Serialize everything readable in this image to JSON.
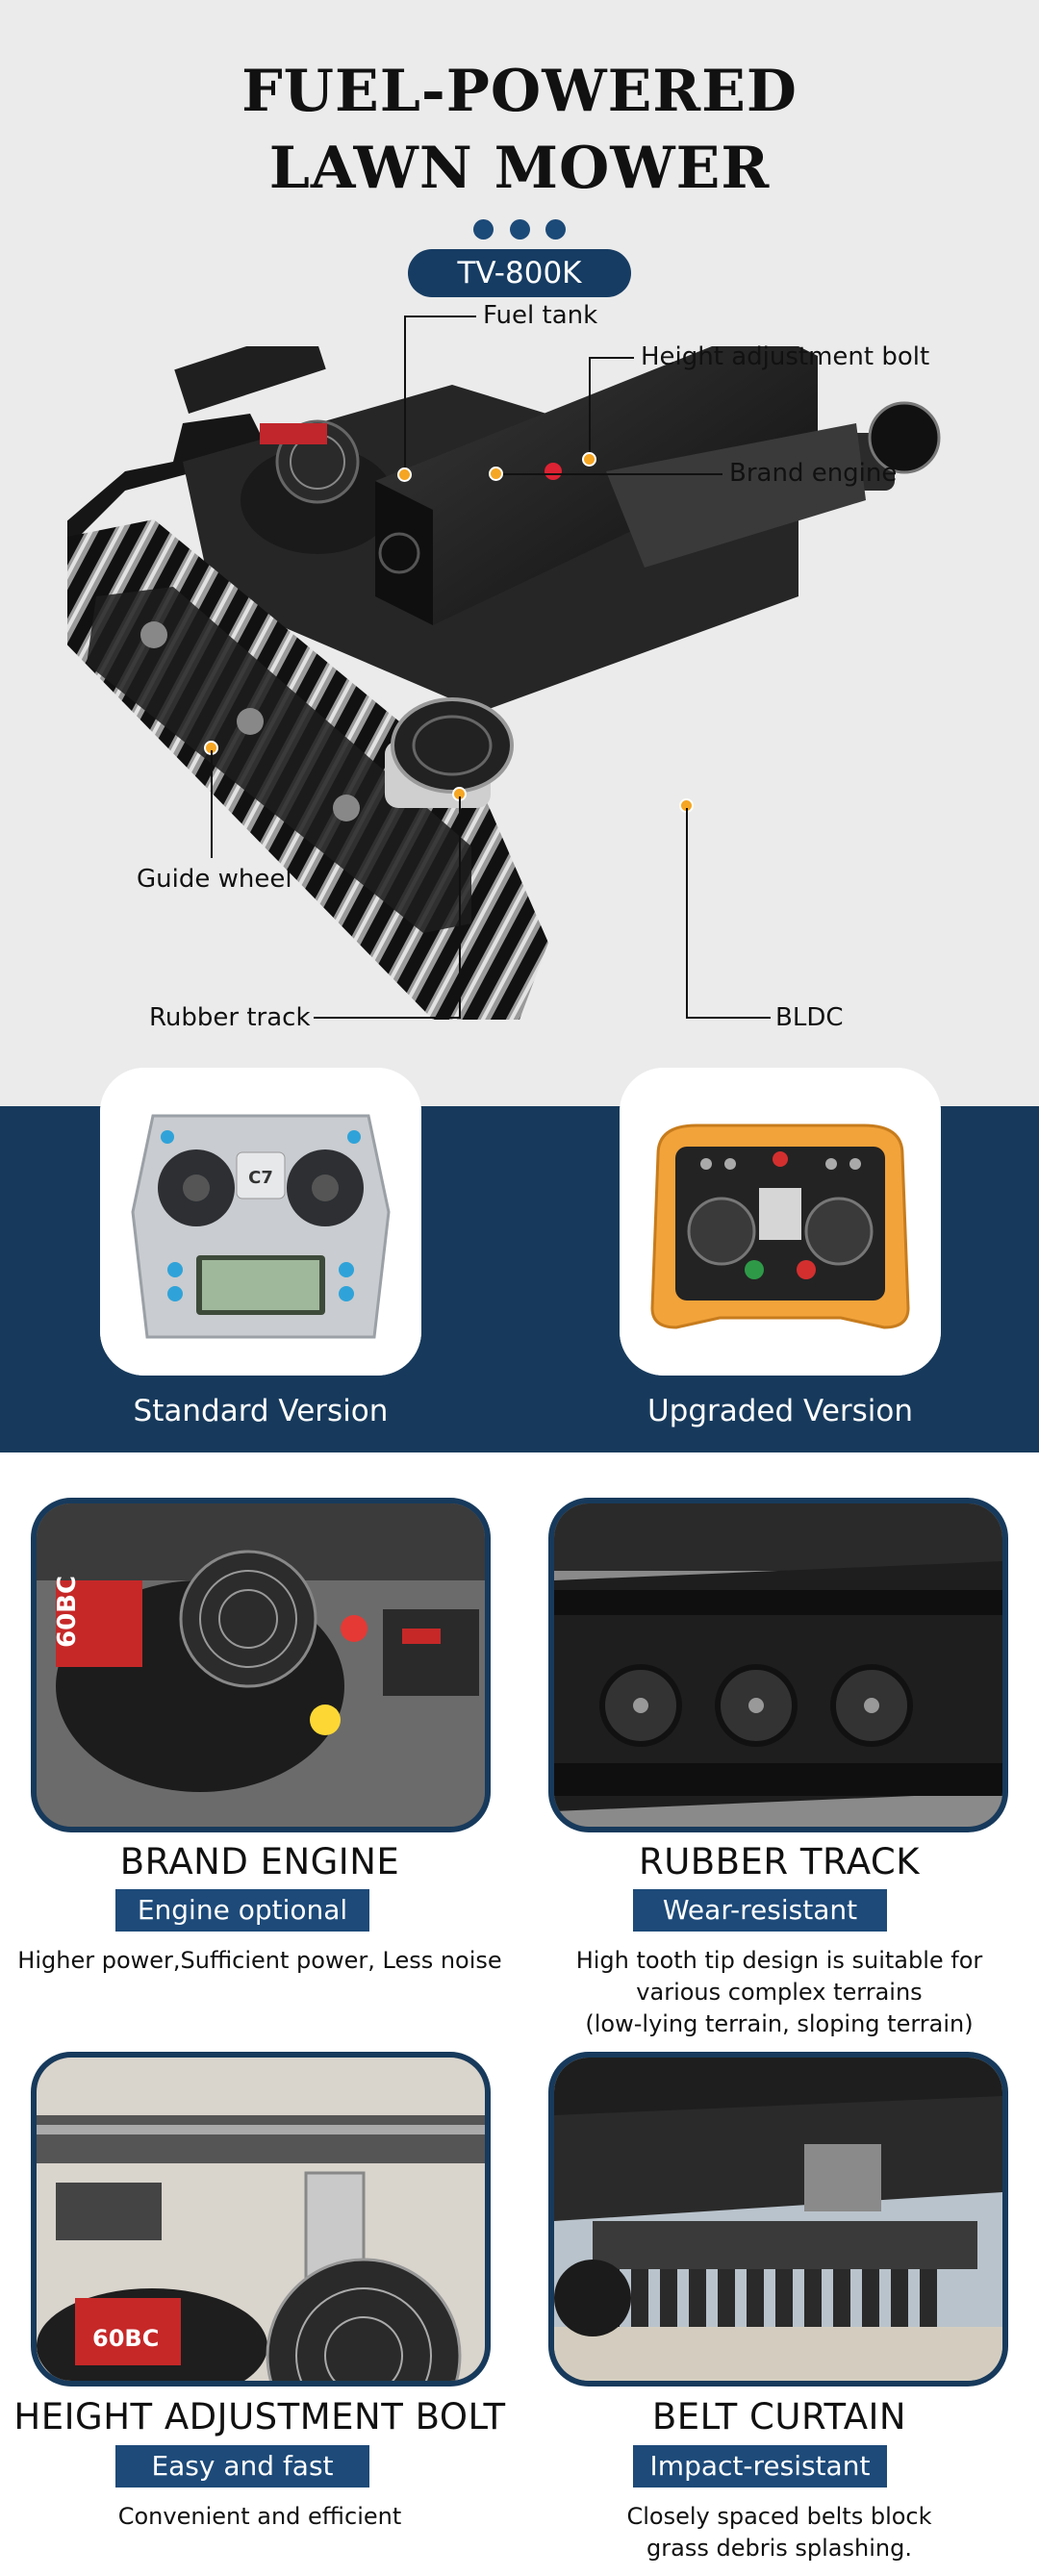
{
  "hero": {
    "title_line1": "FUEL-POWERED",
    "title_line2": "LAWN MOWER",
    "model": "TV-800K",
    "callouts": {
      "fuel_tank": "Fuel tank",
      "height_bolt": "Height adjustment bolt",
      "brand_engine": "Brand engine",
      "guide_wheel": "Guide wheel",
      "rubber_track": "Rubber track",
      "bldc": "BLDC"
    }
  },
  "versions": {
    "standard": {
      "label": "Standard Version",
      "screen_label": "C7"
    },
    "upgraded": {
      "label": "Upgraded Version"
    }
  },
  "features": [
    {
      "title": "BRAND ENGINE",
      "tag": "Engine optional",
      "desc_lines": [
        "Higher power,Sufficient power, Less noise"
      ],
      "img_text": "60BC"
    },
    {
      "title": "RUBBER TRACK",
      "tag": "Wear-resistant",
      "desc_lines": [
        "High tooth tip design is suitable for",
        "various complex terrains",
        "(low-lying terrain, sloping terrain)"
      ]
    },
    {
      "title": "HEIGHT ADJUSTMENT BOLT",
      "tag": "Easy and fast",
      "desc_lines": [
        "Convenient and efficient"
      ],
      "img_text": "60BC"
    },
    {
      "title": "BELT CURTAIN",
      "tag": "Impact-resistant",
      "desc_lines": [
        "Closely spaced belts block",
        "grass debris splashing."
      ]
    }
  ],
  "colors": {
    "navy": "#173a5c",
    "pill": "#163c63",
    "tag": "#1d4a79",
    "callout_dot": "#f5a623",
    "hero_bg": "#ebebeb"
  }
}
